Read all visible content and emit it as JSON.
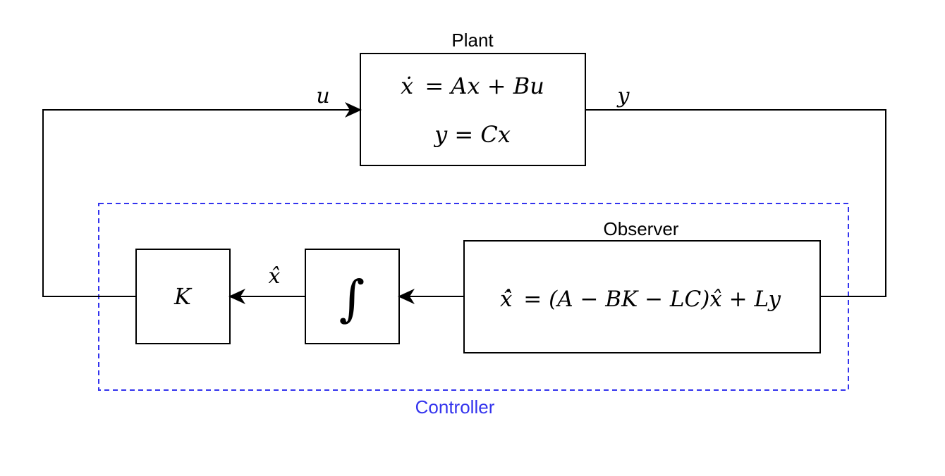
{
  "plant": {
    "title": "Plant",
    "eq_state_lhs": "ẋ",
    "eq_state_rhs": "= Ax + Bu",
    "eq_output": "y = Cx"
  },
  "signals": {
    "input": "u",
    "output": "y",
    "estimate": "x̂"
  },
  "gain": {
    "label": "K"
  },
  "integrator": {
    "symbol": "∫"
  },
  "observer": {
    "title": "Observer",
    "eq_lhs": "x̂̇",
    "eq_rhs": "= (A − BK − LC)x̂ + Ly"
  },
  "controller": {
    "title": "Controller",
    "color": "#3333ee"
  }
}
